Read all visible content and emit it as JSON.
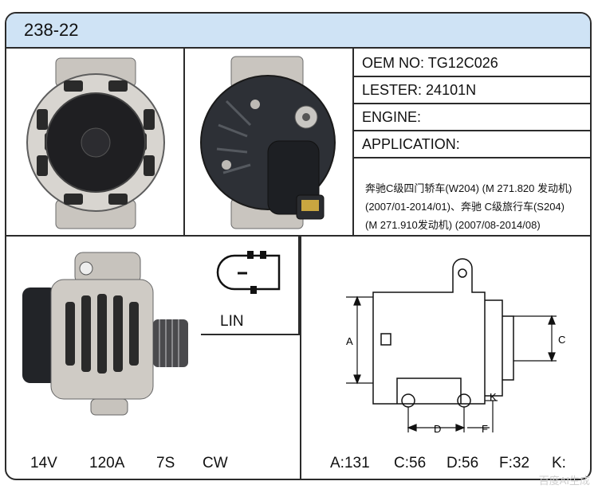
{
  "header": {
    "title": "238-22"
  },
  "specs": {
    "oem_label": "OEM NO:",
    "oem_value": "TG12C026",
    "lester_label": "LESTER:",
    "lester_value": "24101N",
    "engine_label": "ENGINE:",
    "engine_value": "",
    "application_label": "APPLICATION:",
    "application_lines": [
      "奔驰C级四门轿车(W204) (M 271.820 发动机)",
      "(2007/01-2014/01)、奔驰 C级旅行车(S204)",
      "(M 271.910发动机) (2007/08-2014/08)"
    ]
  },
  "connector": {
    "label": "LIN"
  },
  "electrical": {
    "voltage": "14V",
    "current": "120A",
    "pulley": "7S",
    "rotation": "CW"
  },
  "dimensions": {
    "a": "A:131",
    "c": "C:56",
    "d": "D:56",
    "f": "F:32",
    "k": "K:"
  },
  "diagram_labels": {
    "a": "A",
    "c": "C",
    "d": "D",
    "f": "F",
    "k": "K"
  },
  "watermark": "百度AI生成"
}
